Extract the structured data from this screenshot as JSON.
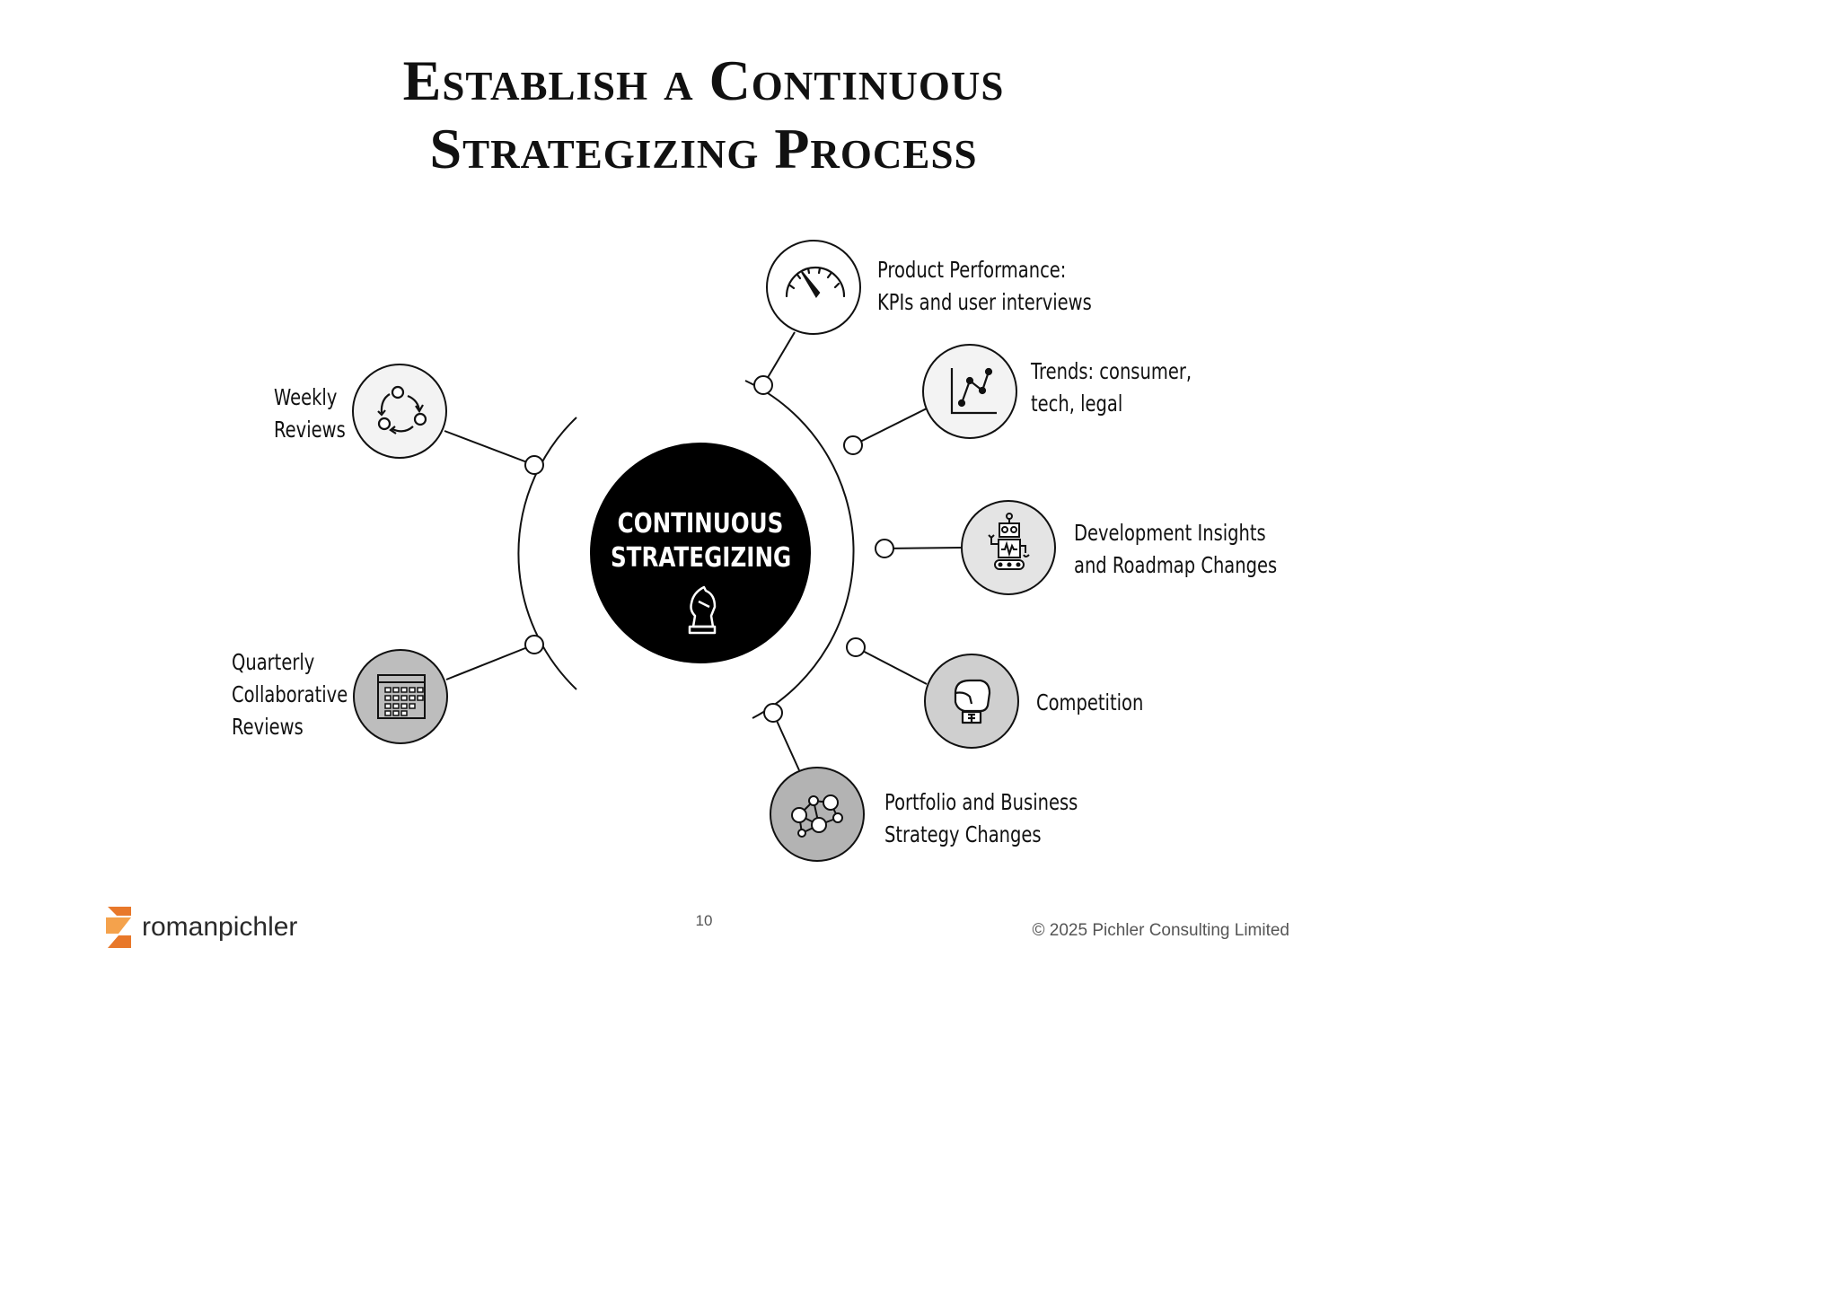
{
  "title": {
    "line1": "Establish a Continuous",
    "line2": "Strategizing Process"
  },
  "center": {
    "line1": "CONTINUOUS",
    "line2": "STRATEGIZING",
    "icon": "chess-knight-icon"
  },
  "left_items": [
    {
      "lines": [
        "Weekly",
        "Reviews"
      ],
      "icon": "cycle-arrows-icon"
    },
    {
      "lines": [
        "Quarterly",
        "Collaborative",
        "Reviews"
      ],
      "icon": "calendar-icon"
    }
  ],
  "right_items": [
    {
      "lines": [
        "Product Performance:",
        "KPIs and user interviews"
      ],
      "icon": "speedometer-icon"
    },
    {
      "lines": [
        "Trends: consumer,",
        "tech, legal"
      ],
      "icon": "line-chart-icon"
    },
    {
      "lines": [
        "Development Insights",
        "and Roadmap Changes"
      ],
      "icon": "robot-icon"
    },
    {
      "lines": [
        "Competition"
      ],
      "icon": "boxing-glove-icon"
    },
    {
      "lines": [
        "Portfolio and Business",
        "Strategy Changes"
      ],
      "icon": "network-nodes-icon"
    }
  ],
  "footer": {
    "logo_text": "romanpichler",
    "page_number": "10",
    "copyright": "© 2025 Pichler Consulting Limited"
  },
  "colors": {
    "center_fill": "#000000",
    "logo_orange": "#e8782a",
    "icon_fill_light": "#f3f3f3",
    "icon_fill_mid": "#d9d9d9",
    "icon_fill_dark": "#bdbdbd"
  }
}
